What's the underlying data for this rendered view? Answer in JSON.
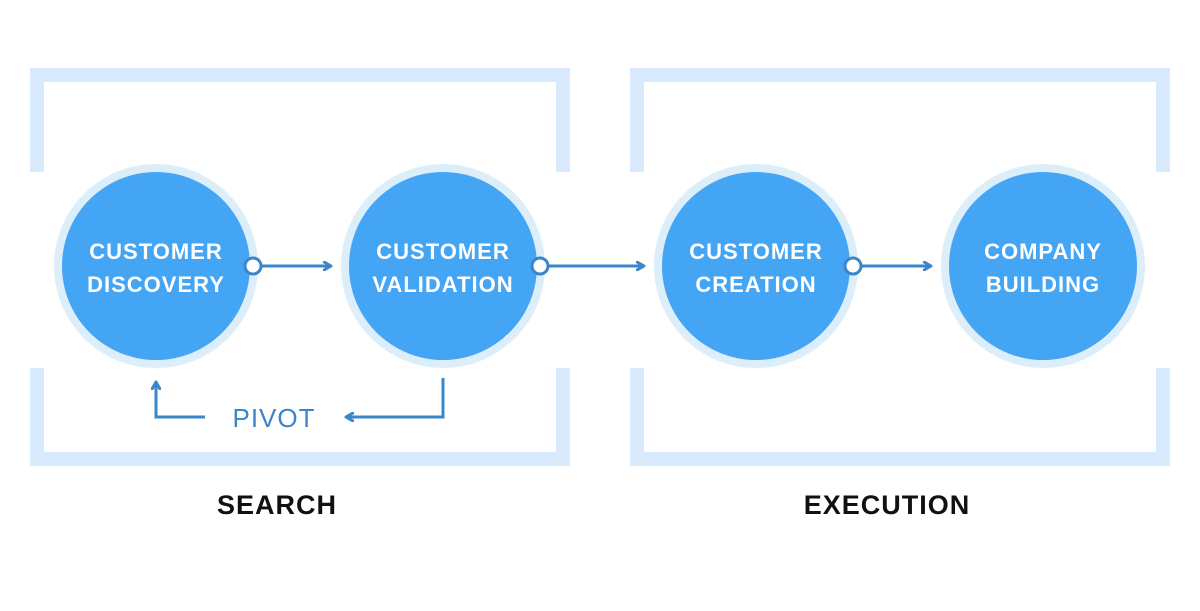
{
  "nodes": {
    "discovery": {
      "line1": "CUSTOMER",
      "line2": "DISCOVERY"
    },
    "validation": {
      "line1": "CUSTOMER",
      "line2": "VALIDATION"
    },
    "creation": {
      "line1": "CUSTOMER",
      "line2": "CREATION"
    },
    "building": {
      "line1": "COMPANY",
      "line2": "BUILDING"
    }
  },
  "pivot_label": "PIVOT",
  "phases": {
    "search": "SEARCH",
    "execution": "EXECUTION"
  },
  "colors": {
    "node_fill": "#45a5f5",
    "node_halo": "#ddeefb",
    "frame": "#d8eafb",
    "arrow": "#3a86c8",
    "text_dark": "#111111"
  }
}
